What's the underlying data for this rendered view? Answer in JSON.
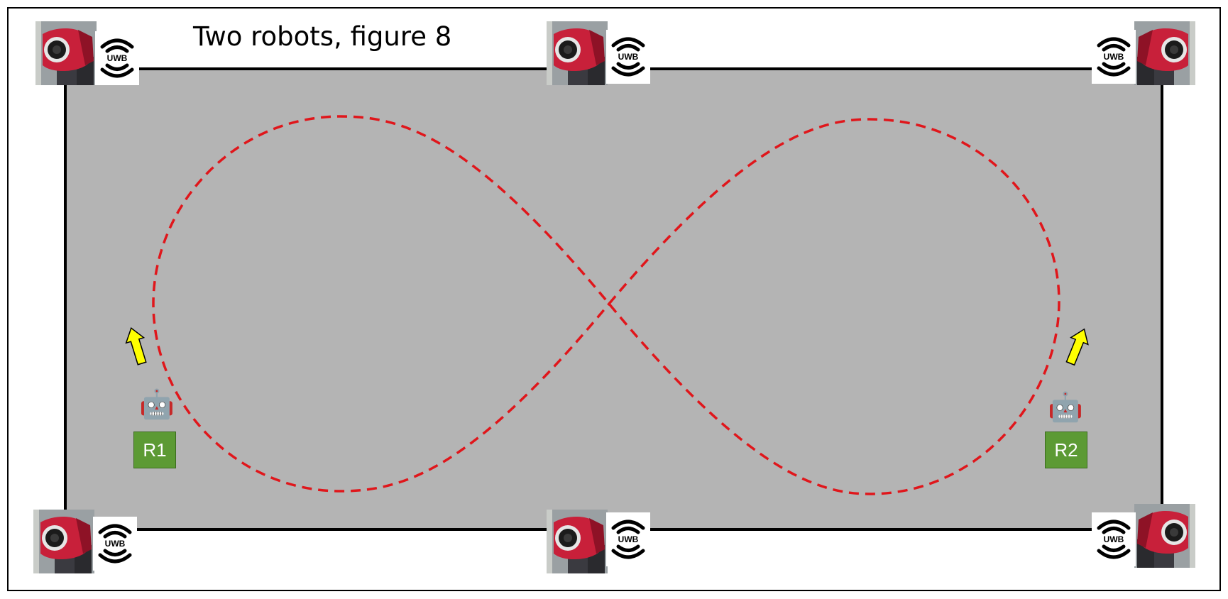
{
  "title": "Two robots, figure 8",
  "colors": {
    "arena_fill": "#b4b4b4",
    "arena_border": "#000000",
    "path": "#e0161b",
    "arrow": "#ffff00",
    "label_bg": "#5c9a34",
    "label_text": "#ffffff",
    "camera_body": "#c8203a"
  },
  "anchors": [
    {
      "id": "top-left",
      "uwb_text": "UWB",
      "icons": [
        "camera-icon",
        "uwb-icon"
      ]
    },
    {
      "id": "top-middle",
      "uwb_text": "UWB",
      "icons": [
        "camera-icon",
        "uwb-icon"
      ]
    },
    {
      "id": "top-right",
      "uwb_text": "UWB",
      "icons": [
        "uwb-icon",
        "camera-icon"
      ]
    },
    {
      "id": "bottom-left",
      "uwb_text": "UWB",
      "icons": [
        "camera-icon",
        "uwb-icon"
      ]
    },
    {
      "id": "bottom-middle",
      "uwb_text": "UWB",
      "icons": [
        "camera-icon",
        "uwb-icon"
      ]
    },
    {
      "id": "bottom-right",
      "uwb_text": "UWB",
      "icons": [
        "uwb-icon",
        "camera-icon"
      ]
    }
  ],
  "robots": [
    {
      "label": "R1",
      "icon": "robot-face-icon",
      "heading_icon": "arrow-up-icon"
    },
    {
      "label": "R2",
      "icon": "robot-face-icon",
      "heading_icon": "arrow-up-icon"
    }
  ],
  "path": {
    "shape": "figure-8",
    "style": "dashed"
  }
}
